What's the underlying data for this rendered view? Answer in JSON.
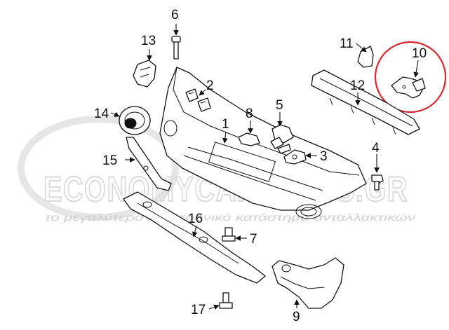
{
  "watermark": {
    "brand": "ECONOMYCARPARTS.GR",
    "tagline": "το μεγαλύτερο ηλεκτρονικό κατάστημα ανταλλακτικών"
  },
  "callouts": {
    "c1": "1",
    "c2": "2",
    "c3": "3",
    "c4": "4",
    "c5": "5",
    "c6": "6",
    "c7": "7",
    "c8": "8",
    "c9": "9",
    "c10": "10",
    "c11": "11",
    "c12": "12",
    "c13": "13",
    "c14": "14",
    "c15": "15",
    "c16": "16",
    "c17": "17"
  },
  "highlight_color": "#d9262c"
}
